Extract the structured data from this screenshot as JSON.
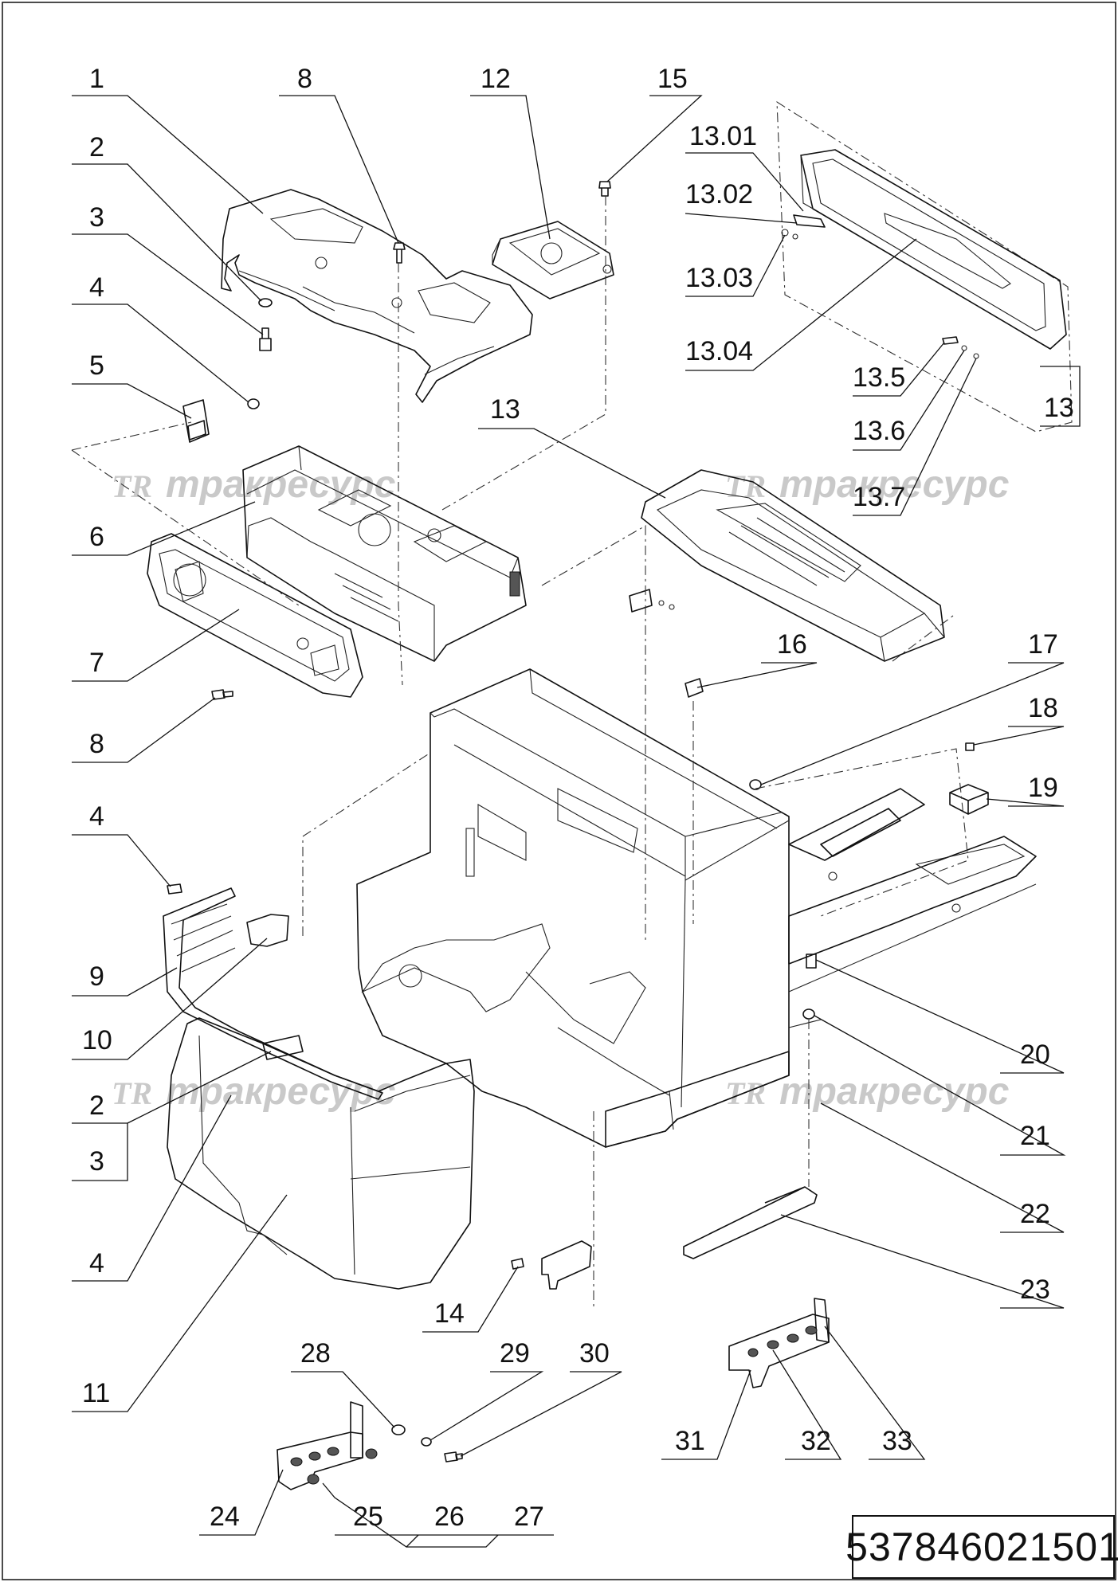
{
  "watermark": {
    "logo": "TR",
    "text": "тракресурс"
  },
  "drawing_number": "537846021501",
  "callouts": {
    "c1": "1",
    "c2a": "2",
    "c3a": "3",
    "c4a": "4",
    "c5": "5",
    "c6": "6",
    "c7": "7",
    "c8a": "8",
    "c8b": "8",
    "c12": "12",
    "c15": "15",
    "c1301": "13.01",
    "c1302": "13.02",
    "c1303": "13.03",
    "c1304": "13.04",
    "c135": "13.5",
    "c136": "13.6",
    "c137": "13.7",
    "c13box": "13",
    "c13": "13",
    "c16": "16",
    "c17": "17",
    "c18": "18",
    "c19": "19",
    "c4b": "4",
    "c9": "9",
    "c10": "10",
    "c2b": "2",
    "c3b": "3",
    "c4c": "4",
    "c11": "11",
    "c20": "20",
    "c21": "21",
    "c22": "22",
    "c23": "23",
    "c14": "14",
    "c28": "28",
    "c29": "29",
    "c30": "30",
    "c24": "24",
    "c25": "25",
    "c26": "26",
    "c27": "27",
    "c31": "31",
    "c32": "32",
    "c33": "33"
  }
}
